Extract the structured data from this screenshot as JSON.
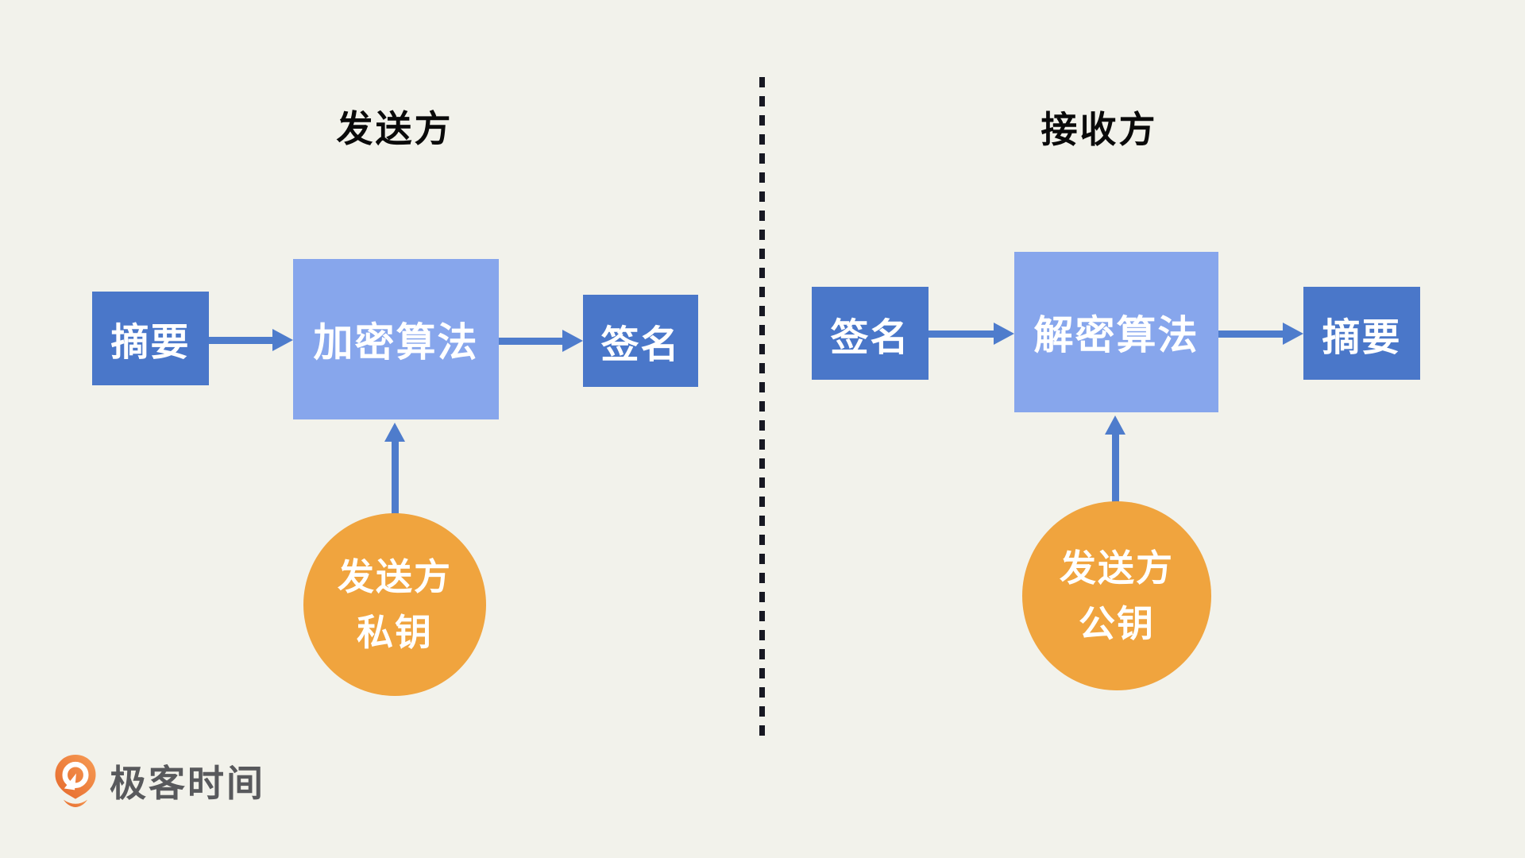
{
  "page": {
    "background": "#F2F2EB"
  },
  "colors": {
    "box_dark_blue": "#4A77C9",
    "box_light_blue": "#87A6EC",
    "arrow_blue": "#4E7CCC",
    "circle_orange": "#F0A43E",
    "divider_dark": "#171822",
    "title_text": "#0A0A0A",
    "box_text": "#FFFFFF",
    "logo_text_color": "#58595C",
    "page_bg": "#F2F2EB"
  },
  "sender": {
    "title": "发送方",
    "digest_label": "摘要",
    "algorithm_label": "加密算法",
    "signature_label": "签名",
    "key_line1": "发送方",
    "key_line2": "私钥"
  },
  "receiver": {
    "title": "接收方",
    "signature_label": "签名",
    "algorithm_label": "解密算法",
    "digest_label": "摘要",
    "key_line1": "发送方",
    "key_line2": "公钥"
  },
  "footer": {
    "logo_text": "极客时间"
  }
}
